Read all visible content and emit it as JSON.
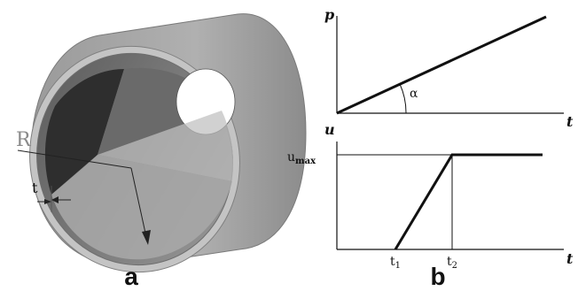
{
  "panel_a": {
    "label": "a",
    "radius_label": "R",
    "thickness_label": "t"
  },
  "panel_b": {
    "label": "b",
    "top_graph": {
      "y_axis_label": "p",
      "x_axis_label": "t",
      "origin_label": "u",
      "angle_label": "α"
    },
    "bottom_graph": {
      "y_level_label": "u",
      "y_level_subscript": "max",
      "x_axis_label": "t",
      "t1": "t",
      "t1_sub": "1",
      "t2": "t",
      "t2_sub": "2"
    }
  },
  "colors": {
    "tube_outer": "#a8a8a8",
    "tube_inner": "#808080",
    "tube_dark": "#2e2e2e",
    "line": "#111111"
  }
}
